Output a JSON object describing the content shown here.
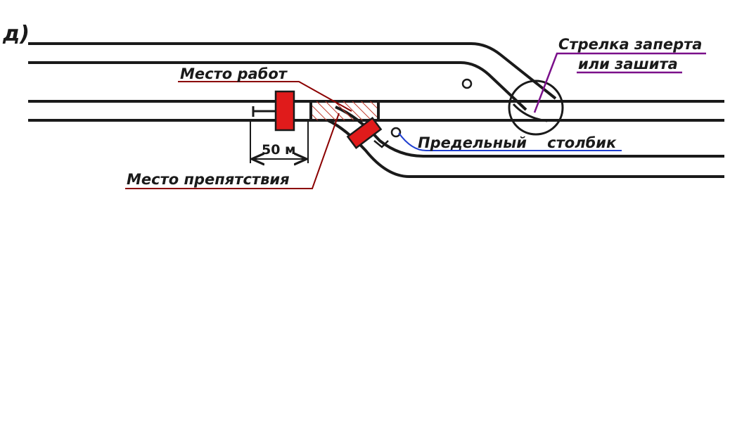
{
  "figure_label": "д)",
  "labels": {
    "work_site": "Место работ",
    "obstacle_site": "Место препятствия",
    "distance": "50 м",
    "clearance_post": "Предельный    столбик",
    "switch_line1": "Стрелка заперта",
    "switch_line2": "или зашита"
  },
  "colors": {
    "track": "#1a1a1a",
    "signal": "#e01b1b",
    "work_leader": "#8b0000",
    "post_leader": "#1f3fd0",
    "switch_leader": "#7a0f8a",
    "hatch": "#c0392b"
  }
}
